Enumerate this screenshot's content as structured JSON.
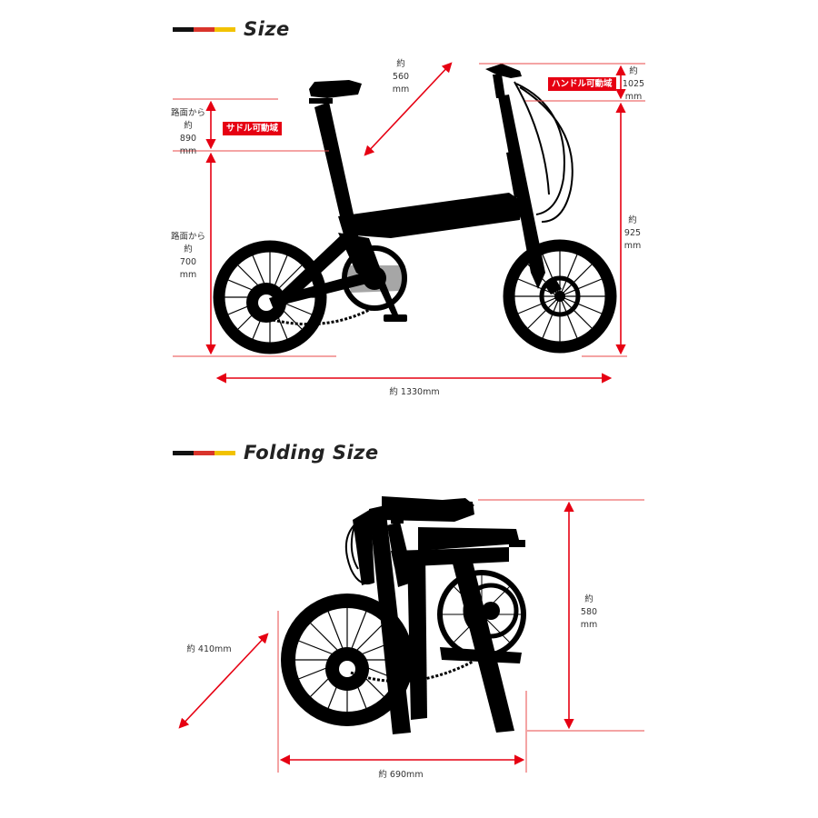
{
  "colors": {
    "stripe_black": "#111111",
    "stripe_red": "#d9342b",
    "stripe_yellow": "#f2c200",
    "dimension": "#e60012",
    "guide": "#e84a4a",
    "silhouette": "#000000",
    "tag": "#e60012"
  },
  "size_section": {
    "title": "Size",
    "saddle_range_label": "サドル可動域",
    "handle_range_label": "ハンドル可動域",
    "dims": {
      "top_tube": [
        "約",
        "560",
        "mm"
      ],
      "saddle_max": [
        "路面から",
        "約",
        "890",
        "mm"
      ],
      "saddle_min": [
        "路面から",
        "約",
        "700",
        "mm"
      ],
      "handle_max": [
        "約",
        "1025",
        "mm"
      ],
      "handle_min": [
        "約",
        "925",
        "mm"
      ],
      "length": [
        "約 1330mm"
      ]
    }
  },
  "folding_section": {
    "title": "Folding Size",
    "dims": {
      "depth": [
        "約 410mm"
      ],
      "height": [
        "約",
        "580",
        "mm"
      ],
      "width": [
        "約 690mm"
      ]
    }
  }
}
